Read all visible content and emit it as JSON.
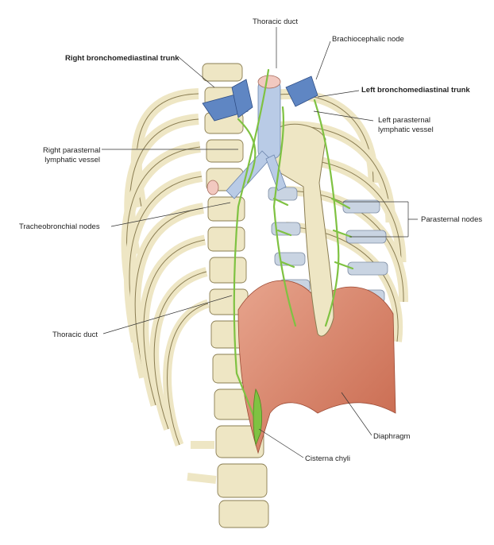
{
  "figure": {
    "labels": {
      "thoracic_duct_top": "Thoracic duct",
      "brachiocephalic_node": "Brachiocephalic node",
      "right_bronchomediastinal_trunk": "Right bronchomediastinal trunk",
      "left_bronchomediastinal_trunk": "Left bronchomediastinal trunk",
      "left_parasternal_vessel_line1": "Left parasternal",
      "left_parasternal_vessel_line2": "lymphatic vessel",
      "right_parasternal_vessel_line1": "Right parasternal",
      "right_parasternal_vessel_line2": "lymphatic vessel",
      "parasternal_nodes": "Parasternal nodes",
      "tracheobronchial_nodes": "Tracheobronchial nodes",
      "thoracic_duct_left": "Thoracic duct",
      "diaphragm": "Diaphragm",
      "cisterna_chyli": "Cisterna chyli"
    },
    "colors": {
      "bone": "#eee6c4",
      "bone_outline": "#8a7d52",
      "cartilage": "#c9d4e2",
      "vein": "#5f86c3",
      "lymph": "#7fc242",
      "muscle": "#d9826a",
      "trachea": "#b9cbe6"
    }
  }
}
